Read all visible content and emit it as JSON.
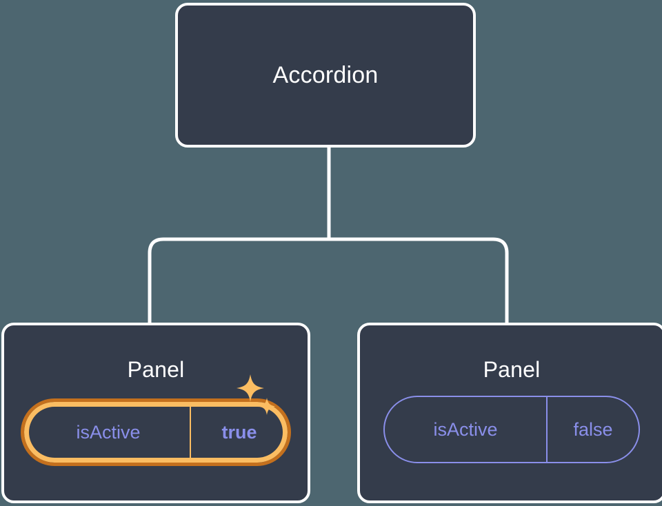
{
  "diagram": {
    "type": "component-tree",
    "background_color": "#4d6670",
    "node_fill_color": "#343c4b",
    "node_border_color": "#ffffff",
    "connector_color": "#ffffff",
    "prop_text_color": "#8a8fea",
    "highlight_outer_color": "#c4701d",
    "highlight_inner_color": "#fbbd62",
    "sparkle_color": "#fbbd62"
  },
  "root": {
    "title": "Accordion"
  },
  "panels": [
    {
      "title": "Panel",
      "prop": {
        "name": "isActive",
        "value": "true"
      },
      "highlighted": true,
      "sparkle": true
    },
    {
      "title": "Panel",
      "prop": {
        "name": "isActive",
        "value": "false"
      },
      "highlighted": false,
      "sparkle": false
    }
  ]
}
